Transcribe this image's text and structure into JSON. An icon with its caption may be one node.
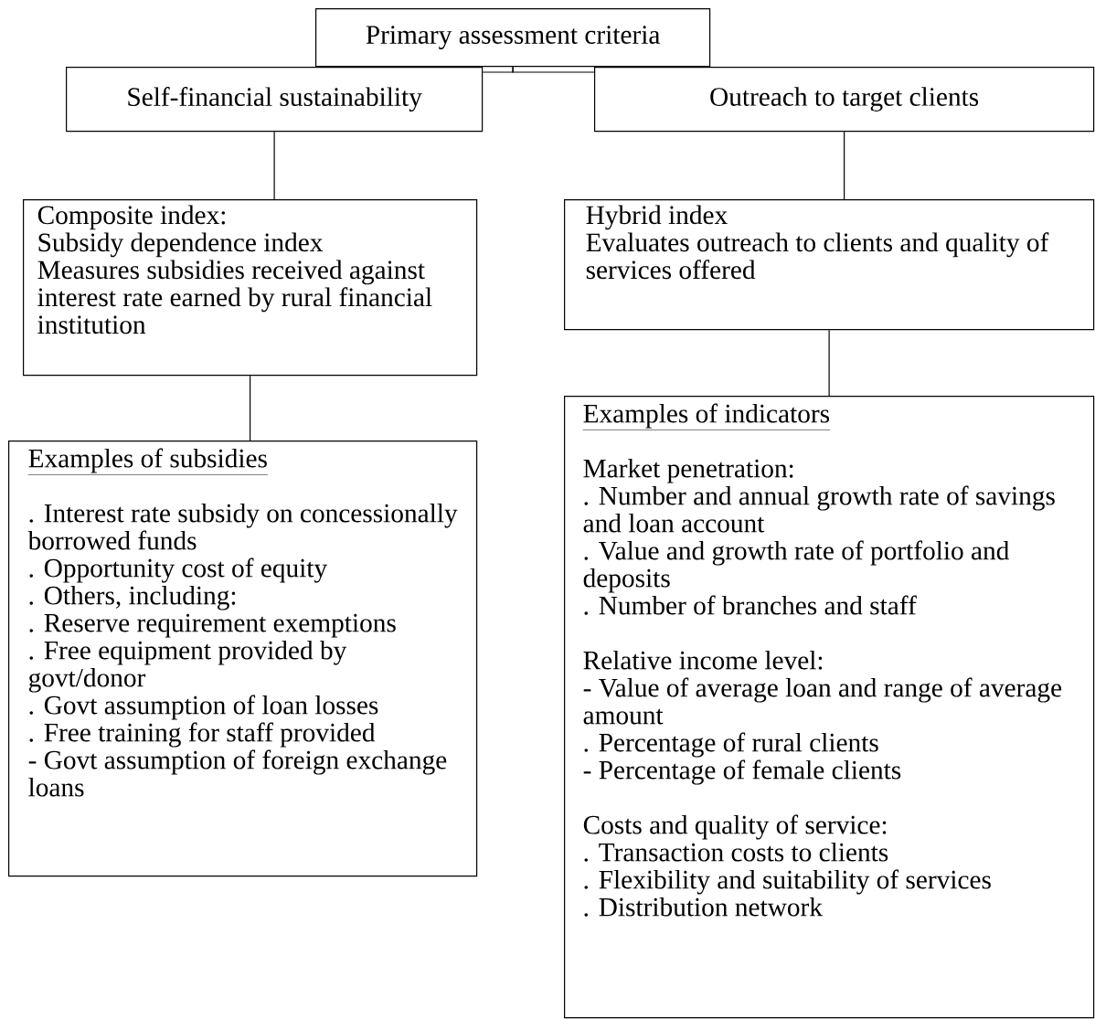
{
  "diagram": {
    "nodes": [
      {
        "text": [
          "Primary assessment criteria"
        ]
      },
      {
        "text": [
          "Self-financial sustainability"
        ]
      },
      {
        "text": [
          "Outreach to target clients"
        ]
      },
      {
        "text": [
          "Composite index:",
          "Subsidy dependence index",
          "Measures subsidies received against interest rate earned by rural financial institution"
        ]
      },
      {
        "text": [
          "Hybrid index",
          "Evaluates outreach to clients and quality of services offered"
        ]
      },
      {
        "text": [
          "Examples of subsidies",
          ". Interest rate subsidy on concessionally borrowed funds",
          ". Opportunity cost of equity",
          ". Others, including:",
          ". Reserve requirement exemptions",
          ". Free equipment provided by govt/donor",
          ". Govt assumption of loan losses",
          ". Free training for staff provided",
          "- Govt assumption of foreign exchange loans"
        ]
      },
      {
        "text": [
          "Examples of indicators",
          "Market penetration:",
          ". Number and annual growth rate of savings and loan account",
          ". Value and growth rate of portfolio and deposits",
          ". Number of branches and staff",
          "Relative income level:",
          "- Value of average loan and range of average amount",
          ". Percentage of rural clients",
          "- Percentage of female clients",
          "Costs and quality of service:",
          ". Transaction costs to clients",
          ". Flexibility and suitability of services",
          ". Distribution network"
        ]
      }
    ],
    "edges": [
      {
        "from": 0,
        "to": 1,
        "arrow": "none"
      },
      {
        "from": 0,
        "to": 2,
        "arrow": "none"
      },
      {
        "from": 1,
        "to": 3,
        "arrow": "none"
      },
      {
        "from": 3,
        "to": 5,
        "arrow": "none"
      },
      {
        "from": 2,
        "to": 4,
        "arrow": "none"
      },
      {
        "from": 4,
        "to": 6,
        "arrow": "none"
      }
    ]
  }
}
